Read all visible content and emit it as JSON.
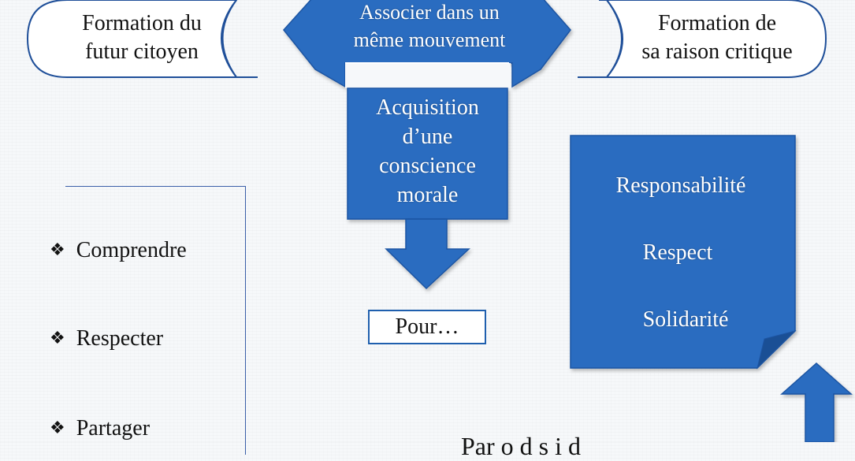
{
  "diagram": {
    "left_scroll": {
      "lines": [
        "Formation du",
        "futur citoyen"
      ]
    },
    "right_scroll": {
      "lines": [
        "Formation de",
        "sa raison critique"
      ]
    },
    "center_arrow": {
      "lines": [
        "Associer dans un",
        "même mouvement"
      ]
    },
    "acquisition_box": {
      "lines": [
        "Acquisition",
        "d’une",
        "conscience",
        "morale"
      ]
    },
    "pour_box": {
      "label": "Pour…"
    },
    "values_note": {
      "items": [
        "Responsabilité",
        "Respect",
        "Solidarité"
      ]
    },
    "verbs_list": {
      "items": [
        "Comprendre",
        "Respecter",
        "Partager"
      ]
    },
    "bullet_glyph": "❖",
    "bottom_text_partial": "Par o    d s    i    d",
    "colors": {
      "blue": "#2a6cc0",
      "blue_dark": "#1d55a3",
      "outline": "#1f4f99",
      "text": "#111111",
      "white": "#ffffff"
    }
  }
}
